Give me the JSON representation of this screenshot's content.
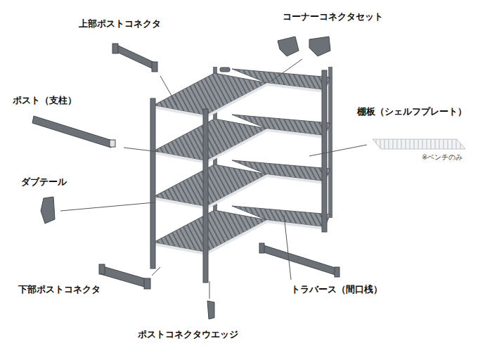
{
  "diagram": {
    "labels": [
      "上部ポストコネクタ",
      "コーナーコネクタセット",
      "ポスト（支柱）",
      "棚板（シェルフプレート）",
      "※ベンチのみ",
      "ダブテール",
      "トラバース（間口桟）",
      "下部ポストコネクタ",
      "ポストコネクタウエッジ"
    ]
  }
}
